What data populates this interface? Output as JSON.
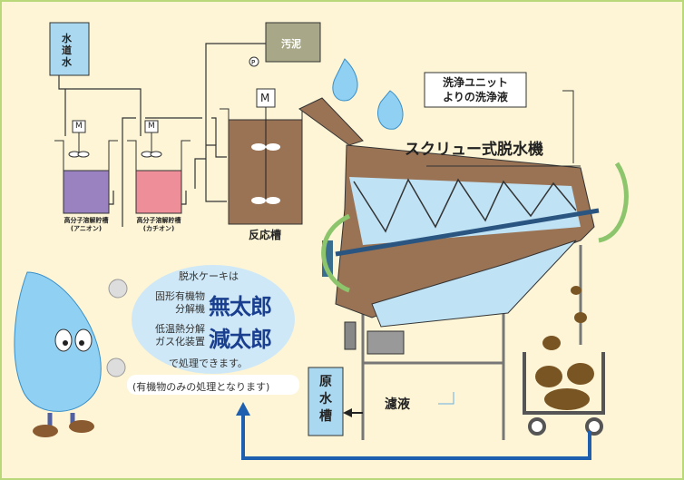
{
  "labels": {
    "tap_water": "水道水",
    "sludge": "汚泥",
    "motor": "M",
    "pump": "P",
    "anion_tank": [
      "高分子溶解貯槽",
      "(アニオン)"
    ],
    "cation_tank": [
      "高分子溶解貯槽",
      "(カチオン)"
    ],
    "reaction_tank": "反応槽",
    "wash_liquid": [
      "洗浄ユニット",
      "よりの洗浄液"
    ],
    "screw_press": "スクリュー式脱水機",
    "raw_water_tank": "原水槽",
    "filtrate": "濾液"
  },
  "bubble": {
    "intro": "脱水ケーキは",
    "item1_desc": [
      "固形有機物",
      "分解機"
    ],
    "item1_name": "無太郎",
    "item2_desc": [
      "低温熱分解",
      "ガス化装置"
    ],
    "item2_name": "減太郎",
    "outro": "で処理できます。",
    "note": "(有機物のみの処理となります)"
  },
  "colors": {
    "background": "#fdf5d6",
    "border": "#b8d87a",
    "water_blue": "#a9d8f0",
    "brown": "#9a7355",
    "anion": "#9a82c0",
    "cation": "#ee8e98",
    "accent_blue": "#1a3f8f",
    "sludge": "#a8a888"
  }
}
